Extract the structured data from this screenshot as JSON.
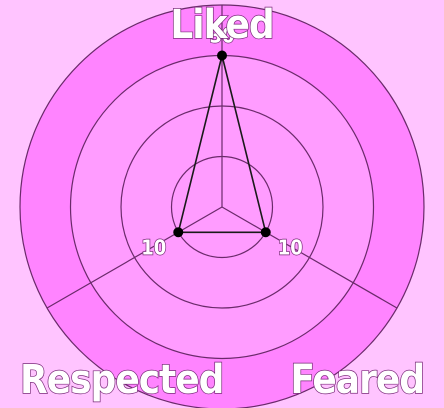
{
  "colors": {
    "background": "#ffc4ff",
    "outer_ring": "#ff84ff",
    "inner_ring": "#ff9cff",
    "grid_line": "#6a2a6a",
    "polygon_stroke": "#1a1a1a",
    "point_fill": "#000000",
    "label_fill": "#ffffff"
  },
  "chart_data": {
    "type": "radar",
    "axes": [
      "Liked",
      "Feared",
      "Respected"
    ],
    "values": [
      30,
      10,
      10
    ],
    "value_labels": [
      "30",
      "10",
      "10"
    ],
    "rings": [
      10,
      20,
      30,
      40
    ],
    "max": 40,
    "grid": true
  }
}
